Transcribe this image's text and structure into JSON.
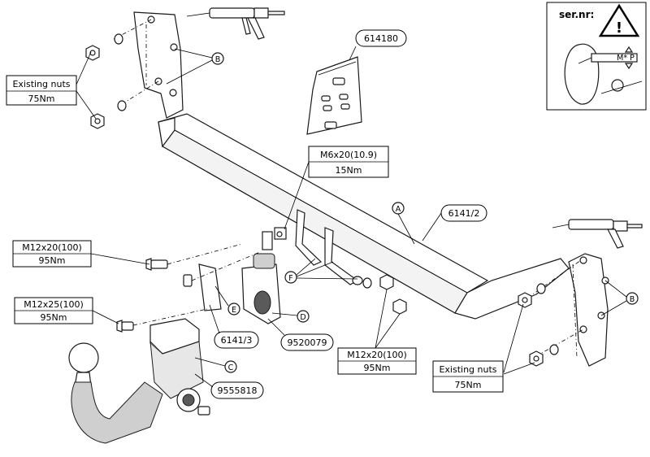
{
  "serial_box": {
    "title": "ser.nr:",
    "plate_text": "M* P",
    "warning_symbol": "!"
  },
  "spec_labels": {
    "nuts_top": {
      "line1": "Existing nuts",
      "line2": "75Nm"
    },
    "nuts_right": {
      "line1": "Existing nuts",
      "line2": "75Nm"
    },
    "m6": {
      "line1": "M6x20(10.9)",
      "line2": "15Nm"
    },
    "m12_left": {
      "line1": "M12x20(100)",
      "line2": "95Nm"
    },
    "m12_ball": {
      "line1": "M12x25(100)",
      "line2": "95Nm"
    },
    "m12_bottom": {
      "line1": "M12x20(100)",
      "line2": "95Nm"
    }
  },
  "part_numbers": {
    "kit_bag": "614180",
    "crossbar": "6141/2",
    "bracket_e": "6141/3",
    "socket_d": "9520079",
    "module_c": "9555818"
  },
  "callouts": {
    "a": "A",
    "b_top": "B",
    "b_right": "B",
    "c": "C",
    "d": "D",
    "e": "E",
    "f": "F"
  }
}
